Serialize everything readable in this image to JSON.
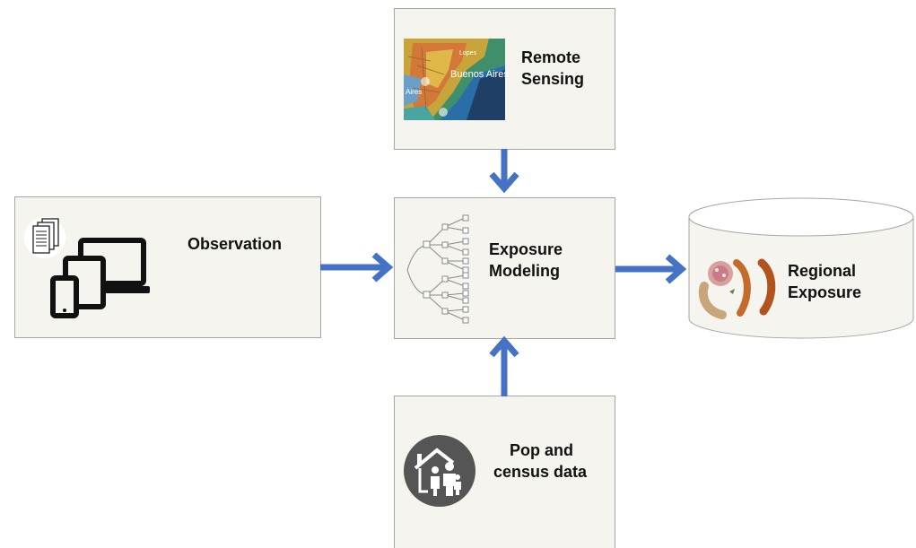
{
  "diagram": {
    "remote_sensing": {
      "title_line1": "Remote",
      "title_line2": "Sensing",
      "map_text_top": "Lopes",
      "map_text_city": "Buenos Aires",
      "map_text_left": "Aires"
    },
    "observation": {
      "title": "Observation"
    },
    "exposure_modeling": {
      "title_line1": "Exposure",
      "title_line2": "Modeling"
    },
    "regional_exposure": {
      "title_line1": "Regional",
      "title_line2": "Exposure"
    },
    "census": {
      "title_line1": "Pop and",
      "title_line2": "census data"
    },
    "colors": {
      "arrow": "#4472c4",
      "box_fill": "#f5f4ef",
      "box_border": "#a6a6a6",
      "census_icon": "#555555"
    },
    "icons": {
      "remote_sensing": "satellite-map-thumbnail",
      "observation": "devices-icon",
      "documents": "documents-icon",
      "modeling": "tree-diagram-icon",
      "regional": "food-sausages-image",
      "census": "family-house-icon"
    }
  }
}
